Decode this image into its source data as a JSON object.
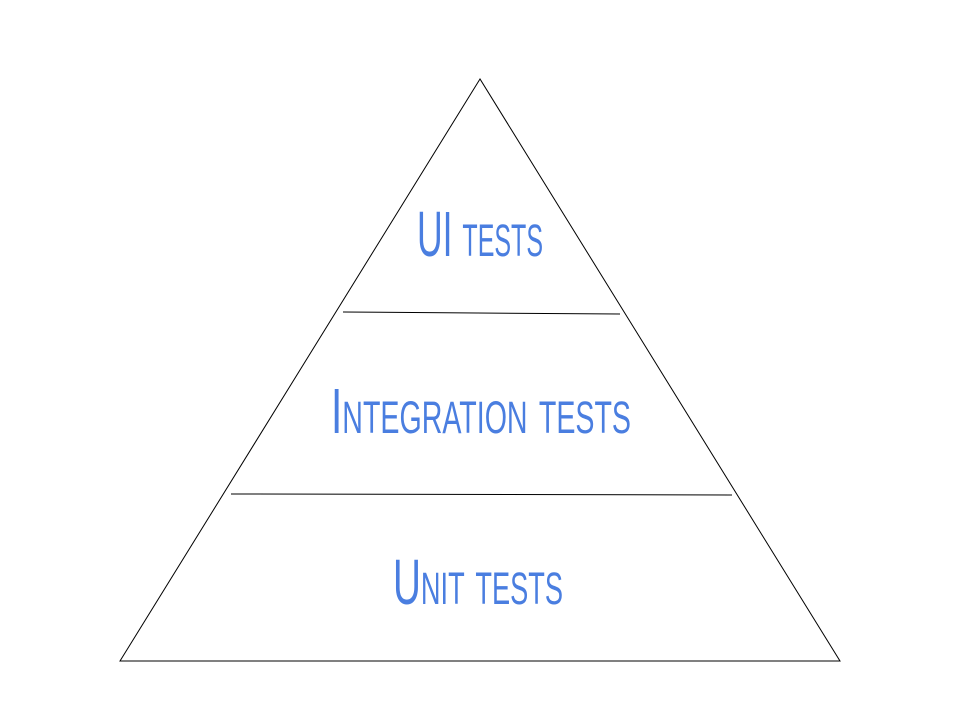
{
  "diagram": {
    "tiers": [
      {
        "label": "UI tests"
      },
      {
        "label": "Integration tests"
      },
      {
        "label": "Unit tests"
      }
    ],
    "colors": {
      "label": "#4a7ee0",
      "outline": "#000000",
      "background": "#ffffff"
    }
  }
}
